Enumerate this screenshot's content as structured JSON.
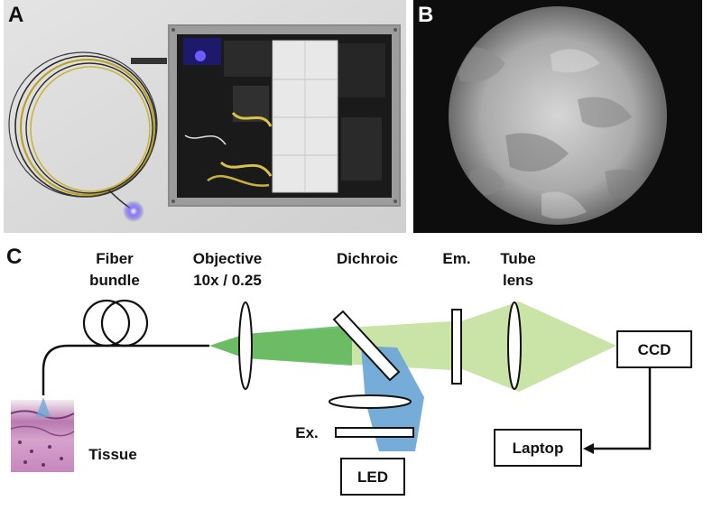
{
  "panels": {
    "a": {
      "letter": "A"
    },
    "b": {
      "letter": "B"
    },
    "c": {
      "letter": "C"
    }
  },
  "schematic": {
    "fiber_bundle": [
      "Fiber",
      "bundle"
    ],
    "objective": [
      "Objective",
      "10x / 0.25"
    ],
    "dichroic": "Dichroic",
    "emission": "Em.",
    "tube_lens": [
      "Tube",
      "lens"
    ],
    "ccd": "CCD",
    "laptop": "Laptop",
    "excitation": "Ex.",
    "led": "LED",
    "tissue": "Tissue"
  },
  "colors": {
    "emission_beam": "#c9e4a6",
    "focus_beam": "#4caf50",
    "excitation_beam": "#6fa8d6",
    "chassis": "#a8a8a8",
    "background_cloth": "#d9d9d9"
  }
}
